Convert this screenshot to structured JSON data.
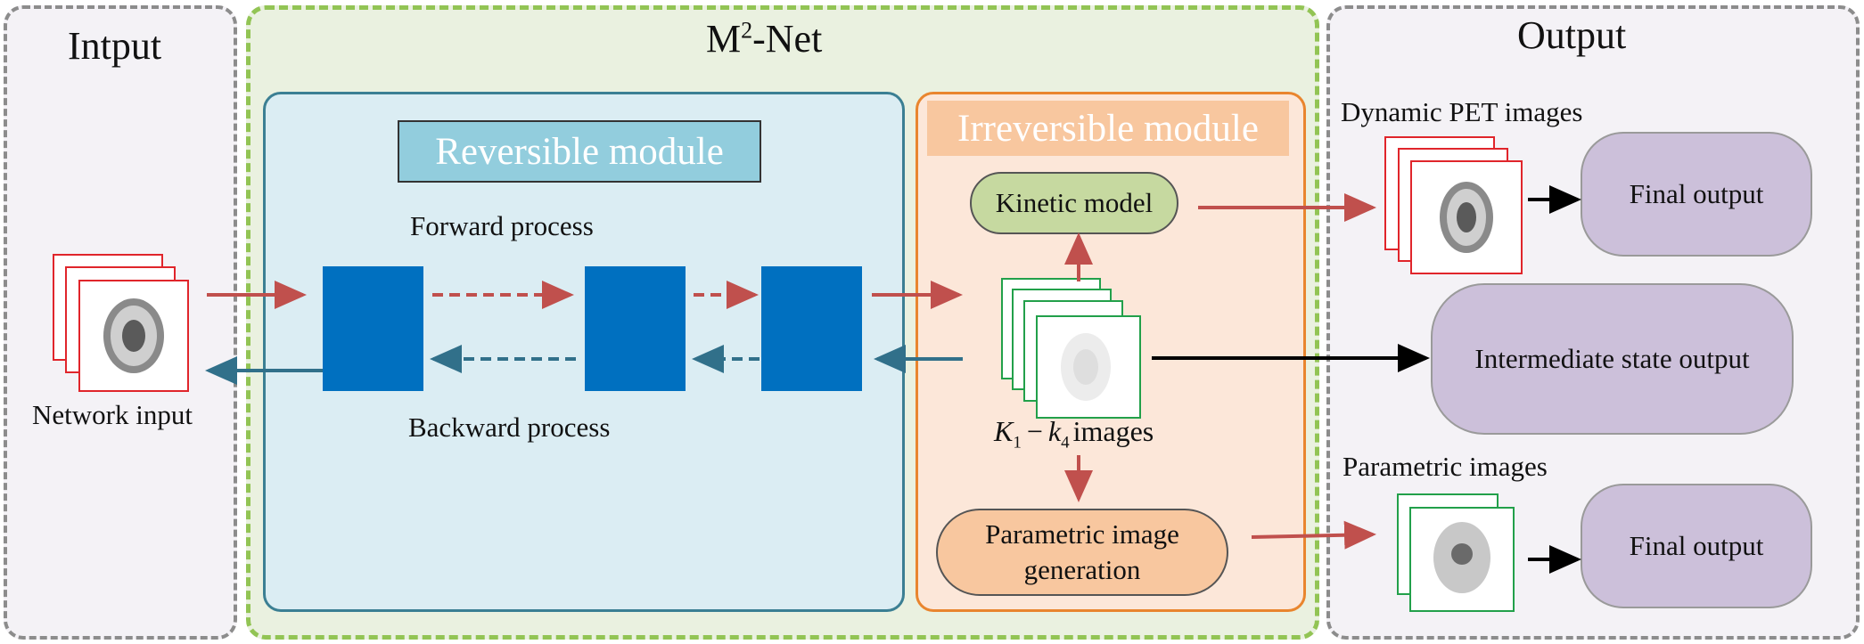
{
  "panels": {
    "input_title": "Intput",
    "net_title_prefix": "M",
    "net_title_sup": "2",
    "net_title_suffix": "-Net",
    "output_title": "Output"
  },
  "reversible": {
    "title": "Reversible module",
    "forward_label": "Forward process",
    "backward_label": "Backward process"
  },
  "irreversible": {
    "title": "Irreversible module",
    "kinetic_label": "Kinetic model",
    "k_images_K": "K",
    "k_images_sub1": "1",
    "k_images_dash": "−",
    "k_images_k": "k",
    "k_images_sub4": "4",
    "k_images_tail": "images",
    "param_gen_line1": "Parametric  image",
    "param_gen_line2": "generation"
  },
  "input": {
    "network_input_label": "Network input"
  },
  "output": {
    "dynamic_pet_label": "Dynamic PET images",
    "final_output_1": "Final output",
    "intermediate_output": "Intermediate state output",
    "parametric_label": "Parametric images",
    "final_output_2": "Final output"
  },
  "colors": {
    "forward_arrow": "#c0504d",
    "backward_arrow": "#31708a",
    "block": "#0070c0",
    "output_arrow": "#000000",
    "pet_frame": "#e0252b",
    "param_frame": "#22a04a"
  }
}
